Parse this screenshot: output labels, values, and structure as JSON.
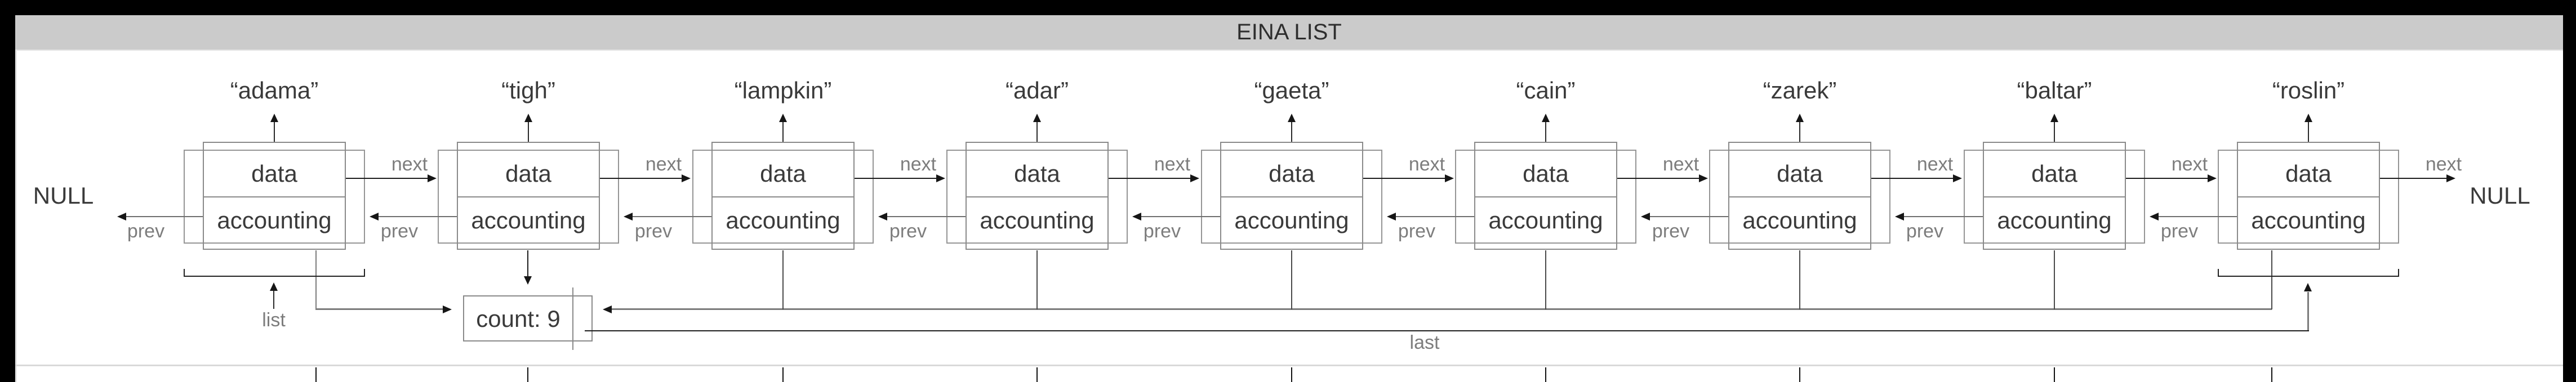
{
  "title": "EINA LIST",
  "terminals": {
    "left": "NULL",
    "right": "NULL"
  },
  "count_box": {
    "label": "count: 9"
  },
  "pointers": {
    "list": "list",
    "last": "last"
  },
  "field_labels": {
    "data": "data",
    "accounting": "accounting"
  },
  "link_labels": {
    "next": "next",
    "prev": "prev"
  },
  "nodes": [
    {
      "name": "“adama”"
    },
    {
      "name": "“tigh”"
    },
    {
      "name": "“lampkin”"
    },
    {
      "name": "“adar”"
    },
    {
      "name": "“gaeta”"
    },
    {
      "name": "“cain”"
    },
    {
      "name": "“zarek”"
    },
    {
      "name": "“baltar”"
    },
    {
      "name": "“roslin”"
    }
  ]
}
